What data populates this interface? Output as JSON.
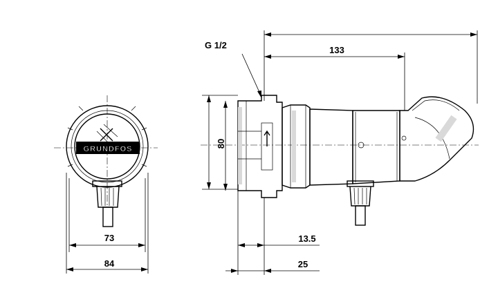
{
  "dimensions": {
    "dia_front_inner": "73",
    "dia_front_outer": "84",
    "thread": "G 1/2",
    "total_length": "133",
    "height": "80",
    "offset_1": "13.5",
    "offset_2": "25"
  },
  "logo": {
    "brand": "GRUNDFOS"
  }
}
